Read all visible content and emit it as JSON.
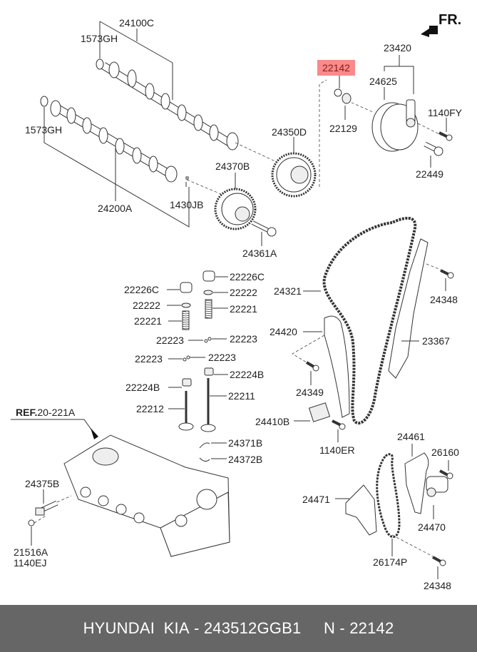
{
  "diagram": {
    "title": "Camshaft & Valve / Timing Chain",
    "front_indicator": "FR.",
    "highlighted_part": "22142",
    "highlight_color": "#f98a8a",
    "reference": {
      "prefix": "REF.",
      "code": "20-221A"
    },
    "labels": {
      "p24100C": "24100C",
      "p1573GH_a": "1573GH",
      "p1573GH_b": "1573GH",
      "p24200A": "24200A",
      "p1430JB": "1430JB",
      "p24370B": "24370B",
      "p24361A": "24361A",
      "p24350D": "24350D",
      "p22142": "22142",
      "p22129": "22129",
      "p23420": "23420",
      "p24625": "24625",
      "p1140FY": "1140FY",
      "p22449": "22449",
      "p22226C_a": "22226C",
      "p22226C_b": "22226C",
      "p22222_a": "22222",
      "p22222_b": "22222",
      "p22221_a": "22221",
      "p22221_b": "22221",
      "p22223_a": "22223",
      "p22223_b": "22223",
      "p22223_c": "22223",
      "p22223_d": "22223",
      "p22224B_a": "22224B",
      "p22224B_b": "22224B",
      "p22211": "22211",
      "p22212": "22212",
      "p24371B": "24371B",
      "p24372B": "24372B",
      "p24375B": "24375B",
      "p21516A": "21516A",
      "p1140EJ": "1140EJ",
      "p24321": "24321",
      "p24348_a": "24348",
      "p24420": "24420",
      "p23367": "23367",
      "p24349": "24349",
      "p24410B": "24410B",
      "p1140ER": "1140ER",
      "p24461": "24461",
      "p26160": "26160",
      "p24471": "24471",
      "p24470": "24470",
      "p26174P": "26174P",
      "p24348_b": "24348"
    }
  },
  "footer": {
    "brand": "HYUNDAI  KIA",
    "part_number": "243512GGB1",
    "separator": " - ",
    "n_prefix": "N",
    "n_value": "22142"
  }
}
